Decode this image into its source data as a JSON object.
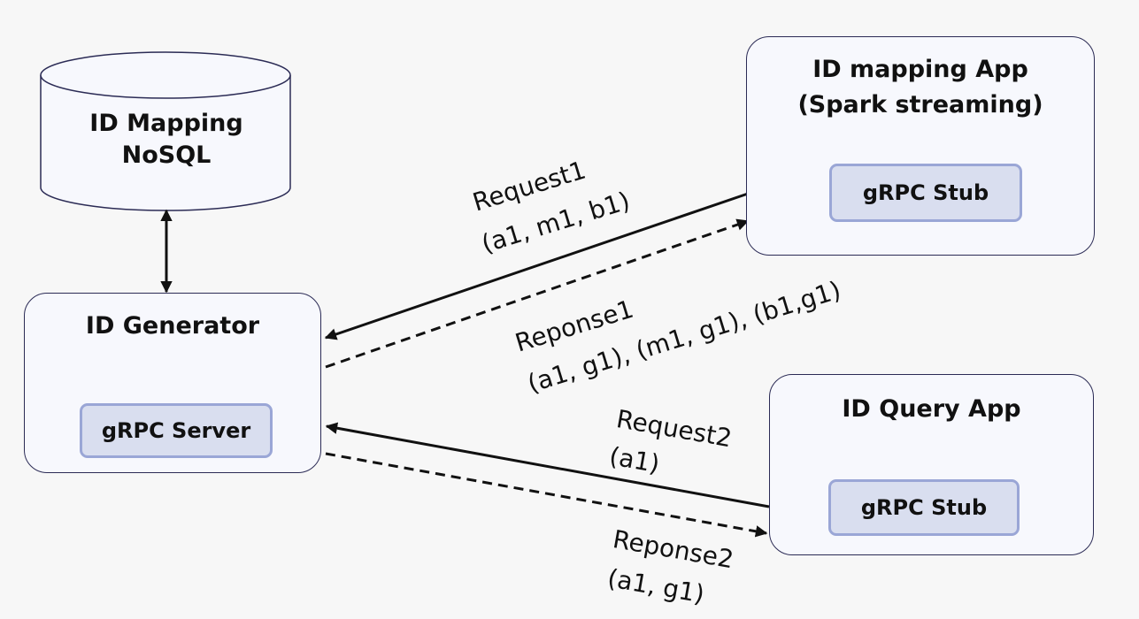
{
  "database": {
    "line1": "ID Mapping",
    "line2": "NoSQL"
  },
  "generator": {
    "title": "ID Generator",
    "component": "gRPC Server"
  },
  "mapping_app": {
    "line1": "ID mapping App",
    "line2": "(Spark streaming)",
    "component": "gRPC Stub"
  },
  "query_app": {
    "title": "ID Query App",
    "component": "gRPC Stub"
  },
  "edges": {
    "request1": {
      "name": "Request1",
      "payload": "(a1, m1, b1)"
    },
    "response1": {
      "name": "Reponse1",
      "payload": "(a1, g1), (m1, g1), (b1,g1)"
    },
    "request2": {
      "name": "Request2",
      "payload": "(a1)"
    },
    "response2": {
      "name": "Reponse2",
      "payload": "(a1, g1)"
    }
  }
}
